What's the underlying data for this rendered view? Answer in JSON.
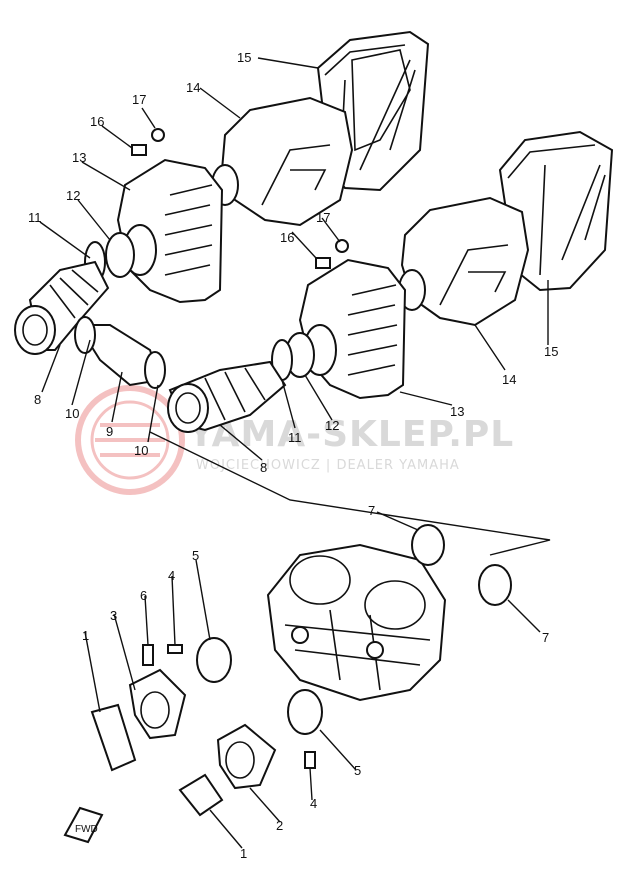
{
  "diagram": {
    "callouts": [
      "15",
      "14",
      "17",
      "16",
      "13",
      "12",
      "11",
      "8",
      "10",
      "9",
      "10",
      "8",
      "11",
      "12",
      "13",
      "16",
      "17",
      "14",
      "15",
      "7",
      "7",
      "5",
      "4",
      "6",
      "3",
      "1",
      "4",
      "5",
      "2",
      "1"
    ],
    "front_marker": "FWD"
  },
  "watermark": {
    "brand": "YAMA-SKLEP.PL",
    "subtitle": "WOJCIECHOWICZ | DEALER YAMAHA",
    "color": "#e05050"
  }
}
